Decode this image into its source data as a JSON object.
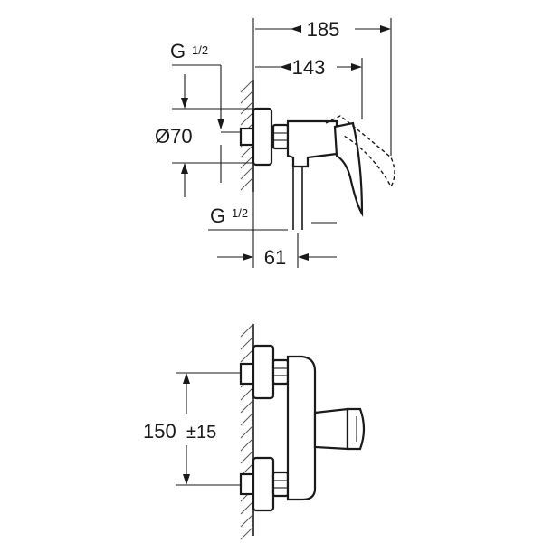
{
  "dimensions": {
    "overall_length": "185",
    "handle_length": "143",
    "connection_thread_top": "G",
    "connection_thread_top_fraction": "1/2",
    "flange_diameter": "Ø70",
    "outlet_thread": "G",
    "outlet_thread_fraction": "1/2",
    "outlet_offset": "61",
    "center_distance": "150",
    "center_distance_tolerance": "±15"
  },
  "colors": {
    "line": "#1a1a1a",
    "background": "#ffffff"
  },
  "icons": {
    "arrow": "filled-triangle-arrowhead",
    "wall": "hatched-wall"
  }
}
